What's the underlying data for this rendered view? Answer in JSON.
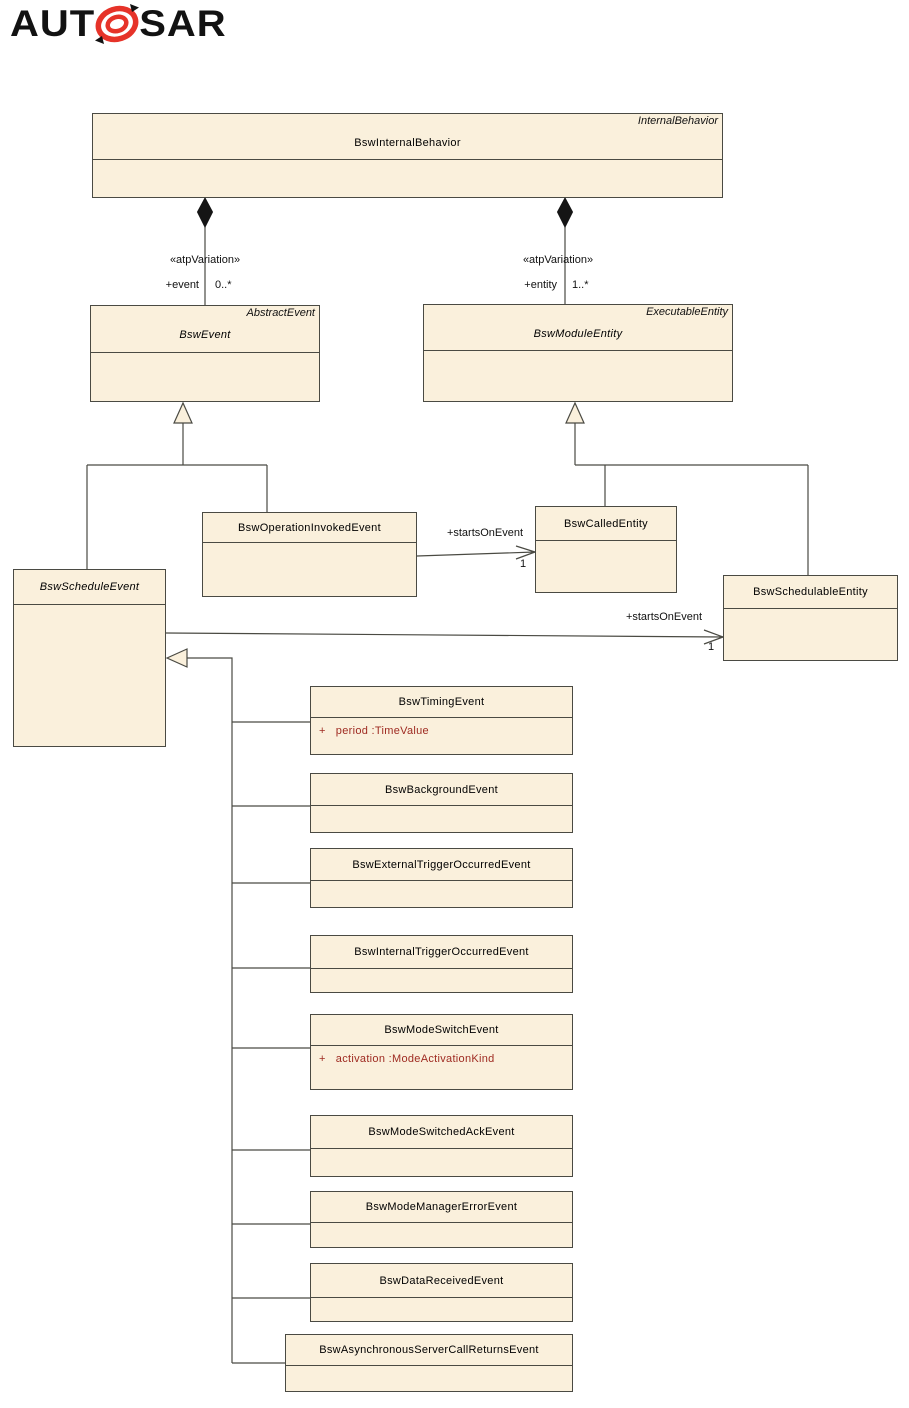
{
  "logo": {
    "left": "AUT",
    "right": "SAR"
  },
  "classes": [
    {
      "name": "BswInternalBehavior",
      "stereotype": "InternalBehavior"
    },
    {
      "name": "BswEvent",
      "stereotype": "AbstractEvent"
    },
    {
      "name": "BswModuleEntity",
      "stereotype": "ExecutableEntity"
    },
    {
      "name": "BswOperationInvokedEvent"
    },
    {
      "name": "BswCalledEntity"
    },
    {
      "name": "BswScheduleEvent"
    },
    {
      "name": "BswSchedulableEntity"
    },
    {
      "name": "BswTimingEvent",
      "attribute": "+   period :TimeValue"
    },
    {
      "name": "BswBackgroundEvent"
    },
    {
      "name": "BswExternalTriggerOccurredEvent"
    },
    {
      "name": "BswInternalTriggerOccurredEvent"
    },
    {
      "name": "BswModeSwitchEvent",
      "attribute": "+   activation :ModeActivationKind"
    },
    {
      "name": "BswModeSwitchedAckEvent"
    },
    {
      "name": "BswModeManagerErrorEvent"
    },
    {
      "name": "BswDataReceivedEvent"
    },
    {
      "name": "BswAsynchronousServerCallReturnsEvent"
    }
  ],
  "labels": {
    "variation_left": "«atpVariation»",
    "variation_right": "«atpVariation»",
    "event_role": "+event",
    "event_mult": "0..*",
    "entity_role": "+entity",
    "entity_mult": "1..*",
    "starts_on_event_1": "+startsOnEvent",
    "starts_on_event_1_mult": "1",
    "starts_on_event_2": "+startsOnEvent",
    "starts_on_event_2_mult": "1"
  },
  "colors": {
    "class_fill": "#FAF0DC",
    "class_border": "#4A4A43",
    "attribute_text": "#9E2A21",
    "composition_diamond": "#151515",
    "logo_red": "#E63329"
  }
}
